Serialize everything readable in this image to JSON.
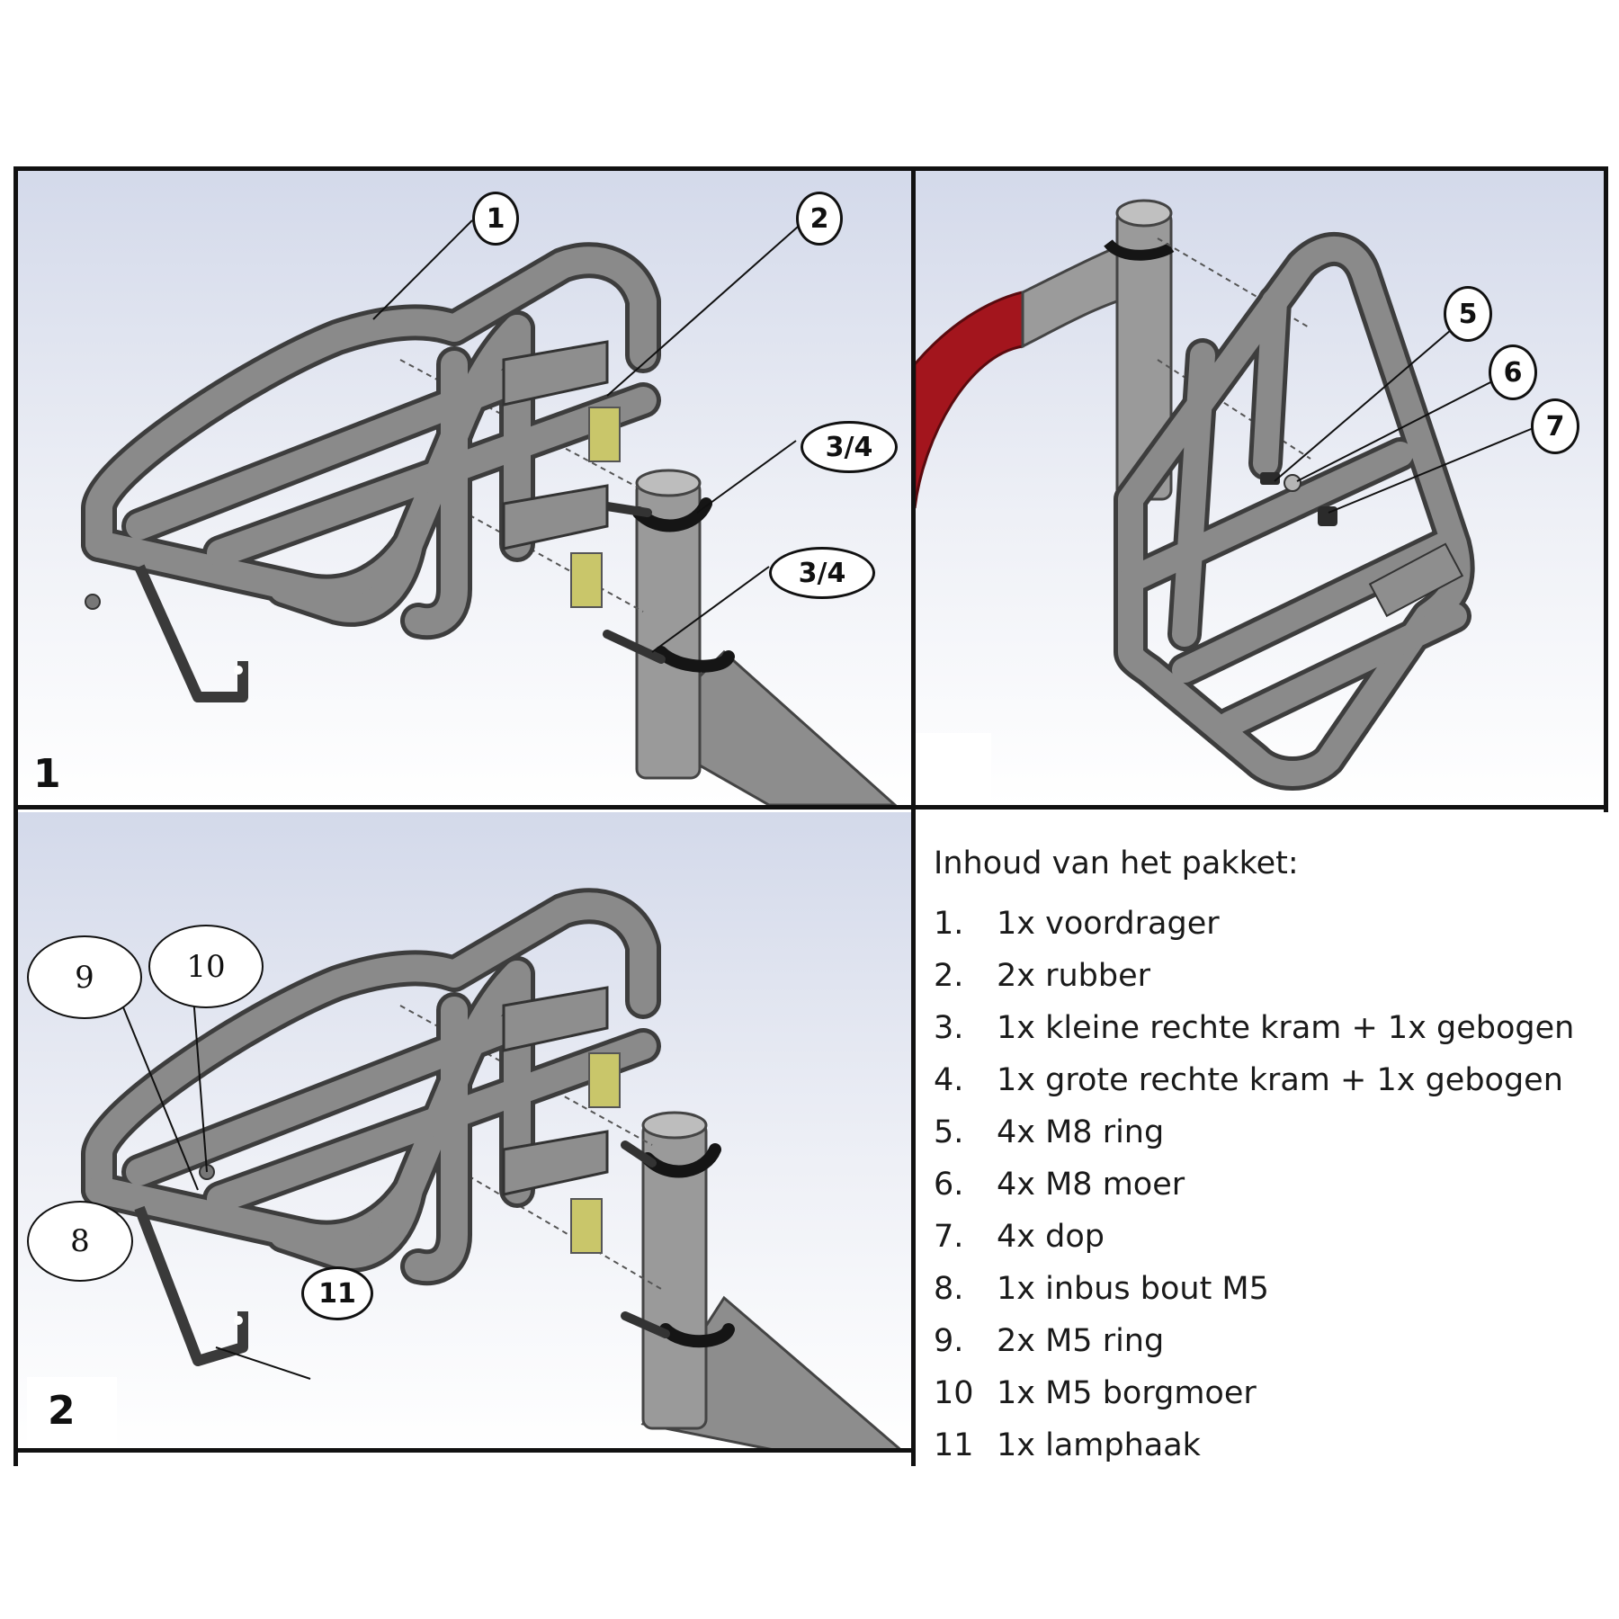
{
  "panels": {
    "step1": {
      "number": "1",
      "callouts": [
        "1",
        "2",
        "3/4",
        "3/4"
      ]
    },
    "step1b": {
      "callouts": [
        "5",
        "6",
        "7"
      ]
    },
    "step2": {
      "number": "2",
      "callouts": [
        "9",
        "10",
        "8",
        "11"
      ]
    }
  },
  "contents": {
    "title": "Inhoud van het pakket:",
    "items": [
      {
        "num": "1.",
        "text": "1x voordrager"
      },
      {
        "num": "2.",
        "text": "2x rubber"
      },
      {
        "num": "3.",
        "text": "1x kleine rechte kram + 1x gebogen"
      },
      {
        "num": "4.",
        "text": "1x grote rechte kram + 1x gebogen"
      },
      {
        "num": "5.",
        "text": "4x M8 ring"
      },
      {
        "num": "6.",
        "text": "4x M8 moer"
      },
      {
        "num": "7.",
        "text": "4x dop"
      },
      {
        "num": "8.",
        "text": "1x inbus bout M5"
      },
      {
        "num": "9.",
        "text": "2x M5 ring"
      },
      {
        "num": "10",
        "text": "1x M5 borgmoer"
      },
      {
        "num": "11",
        "text": "1x lamphaak"
      }
    ]
  },
  "colors": {
    "tube": "#7c7c7c",
    "tube_dark": "#3f3f3f",
    "frame_red": "#a3151d",
    "rubber_yellow": "#c9c66a",
    "background_blue": "#c7cfe6"
  }
}
